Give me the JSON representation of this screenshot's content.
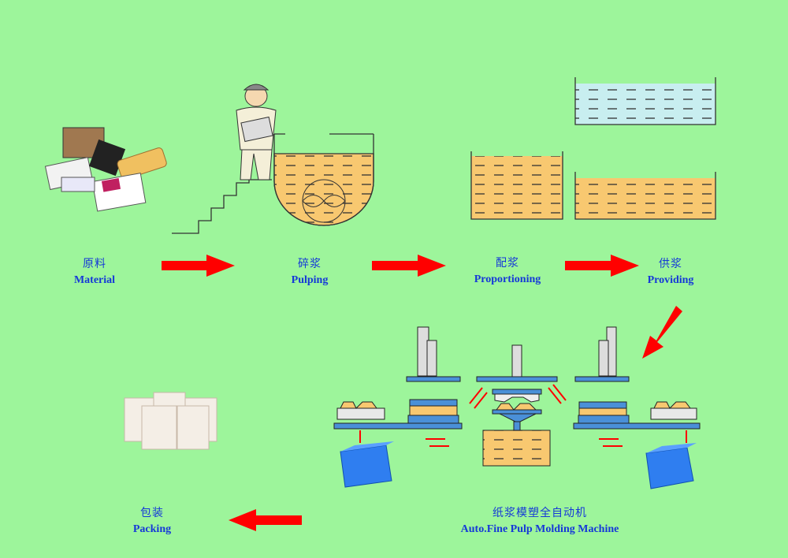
{
  "steps": [
    {
      "zh": "原料",
      "en": "Material"
    },
    {
      "zh": "碎浆",
      "en": "Pulping"
    },
    {
      "zh": "配浆",
      "en": "Proportioning"
    },
    {
      "zh": "供浆",
      "en": "Providing"
    },
    {
      "zh": "纸浆模塑全自动机",
      "en": "Auto.Fine Pulp Molding Machine"
    },
    {
      "zh": "包装",
      "en": "Packing"
    }
  ],
  "colors": {
    "background": "#9df59b",
    "label_text": "#1538d8",
    "arrow": "#ff0000",
    "pulp": "#f8c870",
    "water": "#c8eef0",
    "machine": "#4a90d8",
    "crate": "#2f7ef0"
  },
  "icons": [
    "paper-bundle-icon",
    "worker-icon",
    "pulper-tank-icon",
    "tank-icon",
    "press-machine-icon",
    "crate-icon",
    "egg-tray-stack-icon",
    "flow-arrow-icon"
  ]
}
